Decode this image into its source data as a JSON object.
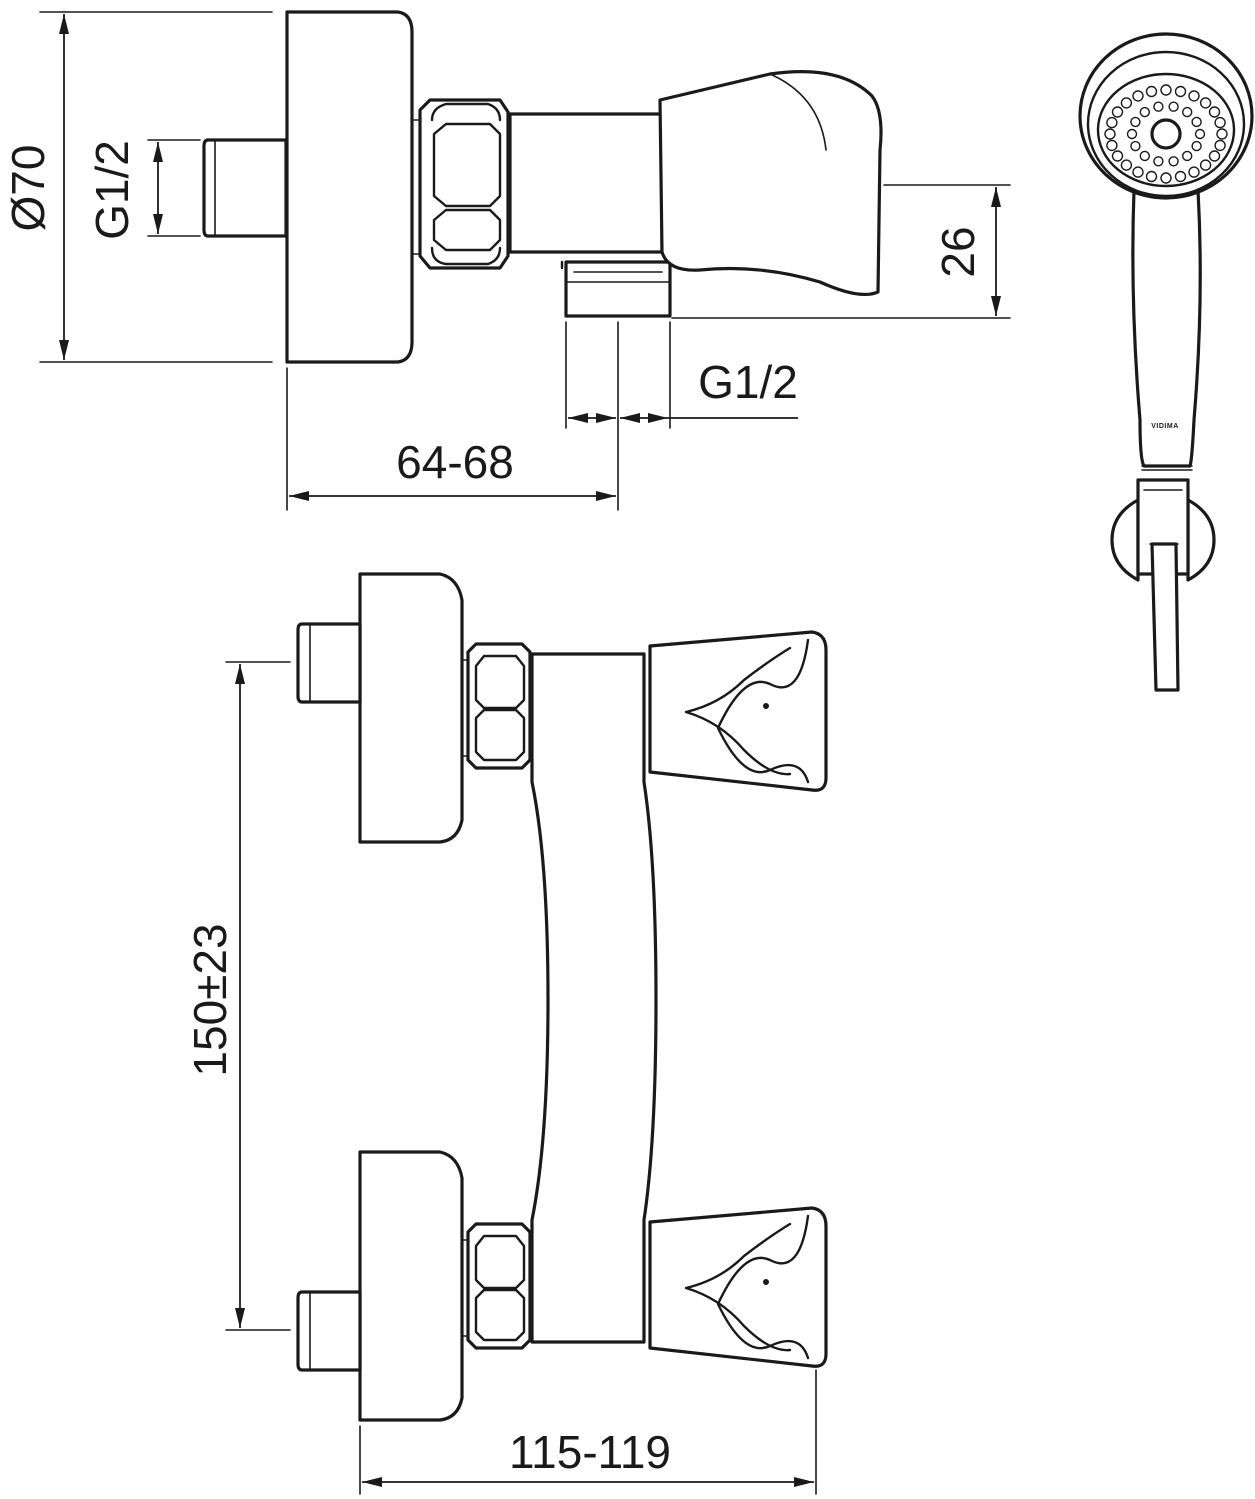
{
  "dimensions": {
    "diameter": "Ø70",
    "inlet_thread": "G1/2",
    "outlet_height": "26",
    "outlet_thread": "G1/2",
    "projection": "64-68",
    "center_distance": "150±23",
    "overall_width": "115-119"
  },
  "shower_head": {
    "brand": "VIDIMA"
  },
  "colors": {
    "line": "#1a1a1a",
    "background": "#ffffff"
  }
}
